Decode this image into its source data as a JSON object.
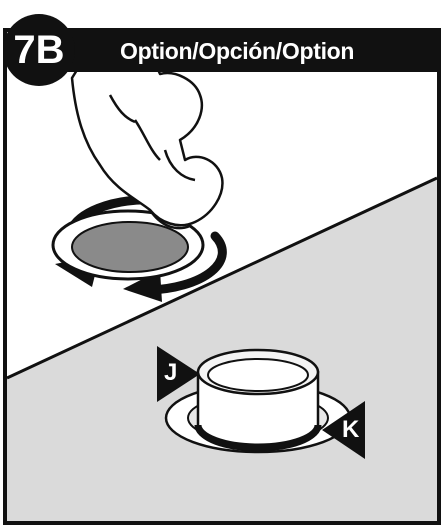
{
  "header": {
    "step": "7B",
    "title": "Option/Opción/Option"
  },
  "callouts": {
    "j": "J",
    "k": "K"
  },
  "colors": {
    "ink": "#111111",
    "panel_gray": "#dadada",
    "drain_gray": "#8a8a8a"
  }
}
